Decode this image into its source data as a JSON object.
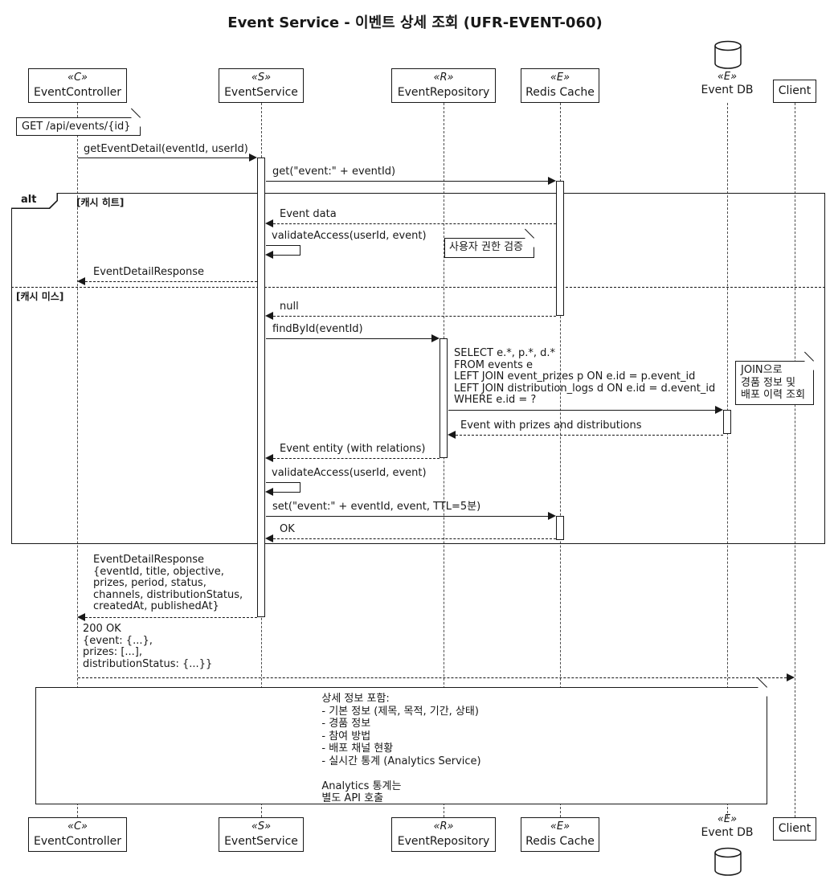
{
  "title": "Event Service - 이벤트 상세 조회 (UFR-EVENT-060)",
  "participants": {
    "controller": {
      "stereotype": "«C»",
      "name": "EventController"
    },
    "service": {
      "stereotype": "«S»",
      "name": "EventService"
    },
    "repository": {
      "stereotype": "«R»",
      "name": "EventRepository"
    },
    "redis": {
      "stereotype": "«E»",
      "name": "Redis Cache"
    },
    "db": {
      "stereotype": "«E»",
      "name": "Event DB"
    },
    "client": {
      "name": "Client"
    }
  },
  "alt": {
    "label": "alt",
    "cache_hit": "[캐시 히트]",
    "cache_miss": "[캐시 미스]"
  },
  "notes": {
    "request": "GET /api/events/{id}",
    "auth": "사용자 권한 검증",
    "join": "JOIN으로\n경품 정보 및\n배포 이력 조회",
    "detail": "상세 정보 포함:\n- 기본 정보 (제목, 목적, 기간, 상태)\n- 경품 정보\n- 참여 방법\n- 배포 채널 현황\n- 실시간 통계 (Analytics Service)\n\nAnalytics 통계는\n별도 API 호출"
  },
  "messages": {
    "get_event_detail": "getEventDetail(eventId, userId)",
    "cache_get": "get(\"event:\" + eventId)",
    "cache_hit_data": "Event data",
    "validate_access_hit": "validateAccess(userId, event)",
    "detail_response_hit": "EventDetailResponse",
    "cache_null": "null",
    "find_by_id": "findById(eventId)",
    "sql": "SELECT e.*, p.*, d.*\nFROM events e\nLEFT JOIN event_prizes p ON e.id = p.event_id\nLEFT JOIN distribution_logs d ON e.id = d.event_id\nWHERE e.id = ?",
    "db_result": "Event with prizes and distributions",
    "entity_return": "Event entity (with relations)",
    "validate_access_miss": "validateAccess(userId, event)",
    "cache_set": "set(\"event:\" + eventId, event, TTL=5분)",
    "cache_ok": "OK",
    "detail_response_full": "EventDetailResponse\n{eventId, title, objective,\nprizes, period, status,\nchannels, distributionStatus,\ncreatedAt, publishedAt}",
    "http_response": "200 OK\n{event: {...},\nprizes: [...],\ndistributionStatus: {...}}"
  }
}
